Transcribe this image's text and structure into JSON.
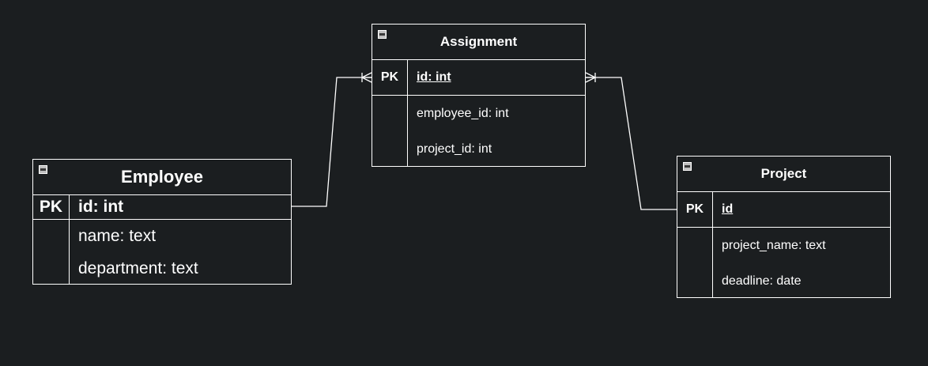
{
  "entities": {
    "employee": {
      "title": "Employee",
      "pk_label": "PK",
      "pk_field": "id: int",
      "fields": [
        "name: text",
        "department: text"
      ]
    },
    "assignment": {
      "title": "Assignment",
      "pk_label": "PK",
      "pk_field": "id: int",
      "fields": [
        "employee_id: int",
        "project_id: int"
      ]
    },
    "project": {
      "title": "Project",
      "pk_label": "PK",
      "pk_field": "id",
      "fields": [
        "project_name: text",
        "deadline: date"
      ]
    }
  },
  "relationships": [
    {
      "from": "Employee",
      "to": "Assignment",
      "notation": "one-to-many"
    },
    {
      "from": "Project",
      "to": "Assignment",
      "notation": "one-to-many"
    }
  ],
  "colors": {
    "background": "#1b1e20",
    "line": "#ffffff",
    "text": "#ffffff"
  }
}
